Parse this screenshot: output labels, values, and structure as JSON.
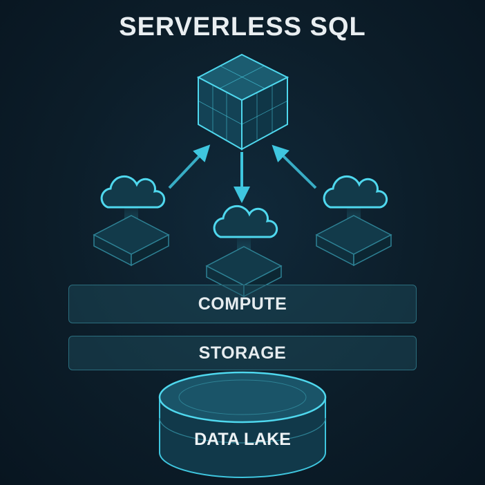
{
  "title": "SERVERLESS SQL",
  "layers": {
    "compute": "COMPUTE",
    "storage": "STORAGE",
    "data_lake": "DATA LAKE"
  },
  "colors": {
    "accent": "#3fd0e6",
    "background": "#0b1a24",
    "panel": "#1e5060"
  }
}
